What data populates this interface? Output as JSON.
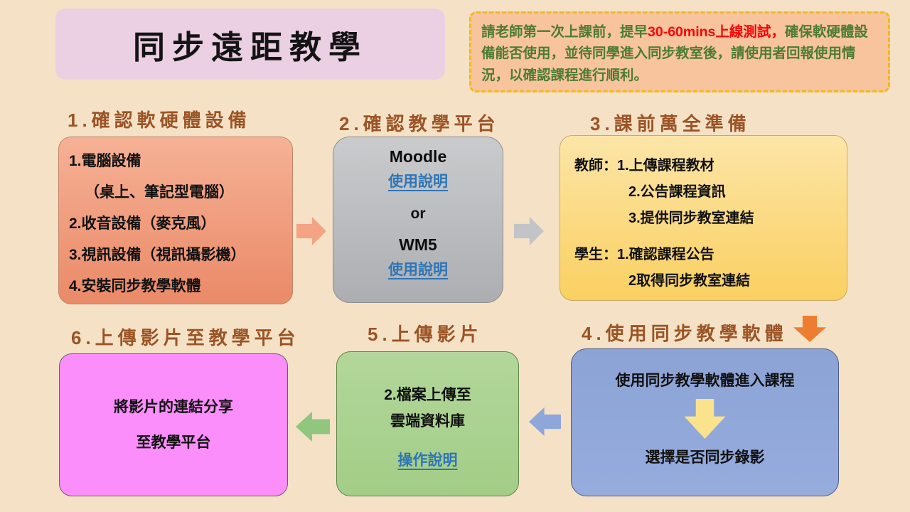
{
  "title": "同步遠距教學",
  "notice": {
    "part1": "請老師第一次上課前，提早",
    "highlight": "30-60mins上線測試，",
    "part2": "確保軟硬體設備能否使用，並待同學進入同步教室後，請使用者回報使用情況，以確認課程進行順利。"
  },
  "step1": {
    "heading": "1.確認軟硬體設備",
    "lines": [
      "1.電腦設備",
      "（桌上、筆記型電腦）",
      "2.收音設備（麥克風）",
      "3.視訊設備（視訊攝影機）",
      "4.安裝同步教學軟體"
    ]
  },
  "step2": {
    "heading": "2.確認教學平台",
    "platform1": "Moodle",
    "link1": "使用說明",
    "conjunction": "or",
    "platform2": "WM5",
    "link2": "使用說明"
  },
  "step3": {
    "heading": "3.課前萬全準備",
    "teacher_lines": [
      "教師：1.上傳課程教材",
      "2.公告課程資訊",
      "3.提供同步教室連結"
    ],
    "student_lines": [
      "學生：1.確認課程公告",
      "2取得同步教室連結"
    ]
  },
  "step4": {
    "heading": "4.使用同步教學軟體",
    "line1": "使用同步教學軟體進入課程",
    "line2": "選擇是否同步錄影"
  },
  "step5": {
    "heading": "5.上傳影片",
    "line1": "2.檔案上傳至",
    "line2": "雲端資料庫",
    "link": "操作說明"
  },
  "step6": {
    "heading": "6.上傳影片至教學平台",
    "line1": "將影片的連結分享",
    "line2": "至教學平台"
  },
  "colors": {
    "background": "#F5E2C6",
    "title_box": "#EBCFE3",
    "notice_bg": "#F7C49E",
    "notice_border": "#EFBA1E",
    "notice_text_green": "#4E7B33",
    "notice_highlight_red": "#FF0000",
    "heading_brown": "#9B5426",
    "box1_salmon": "#EF9D7E",
    "box2_gray": "#BBBCBF",
    "box3_yellow": "#FBDA84",
    "box4_blue": "#91A7D9",
    "box5_green": "#A9D18E",
    "box6_magenta": "#FC8EFC",
    "arrow_salmon": "#F4A384",
    "arrow_gray": "#C3C4C7",
    "arrow_orange": "#ED7D31",
    "arrow_yellow": "#FAE38C",
    "arrow_blue": "#8FA6DB",
    "arrow_green": "#90C67E",
    "link_blue": "#2E75B6"
  }
}
